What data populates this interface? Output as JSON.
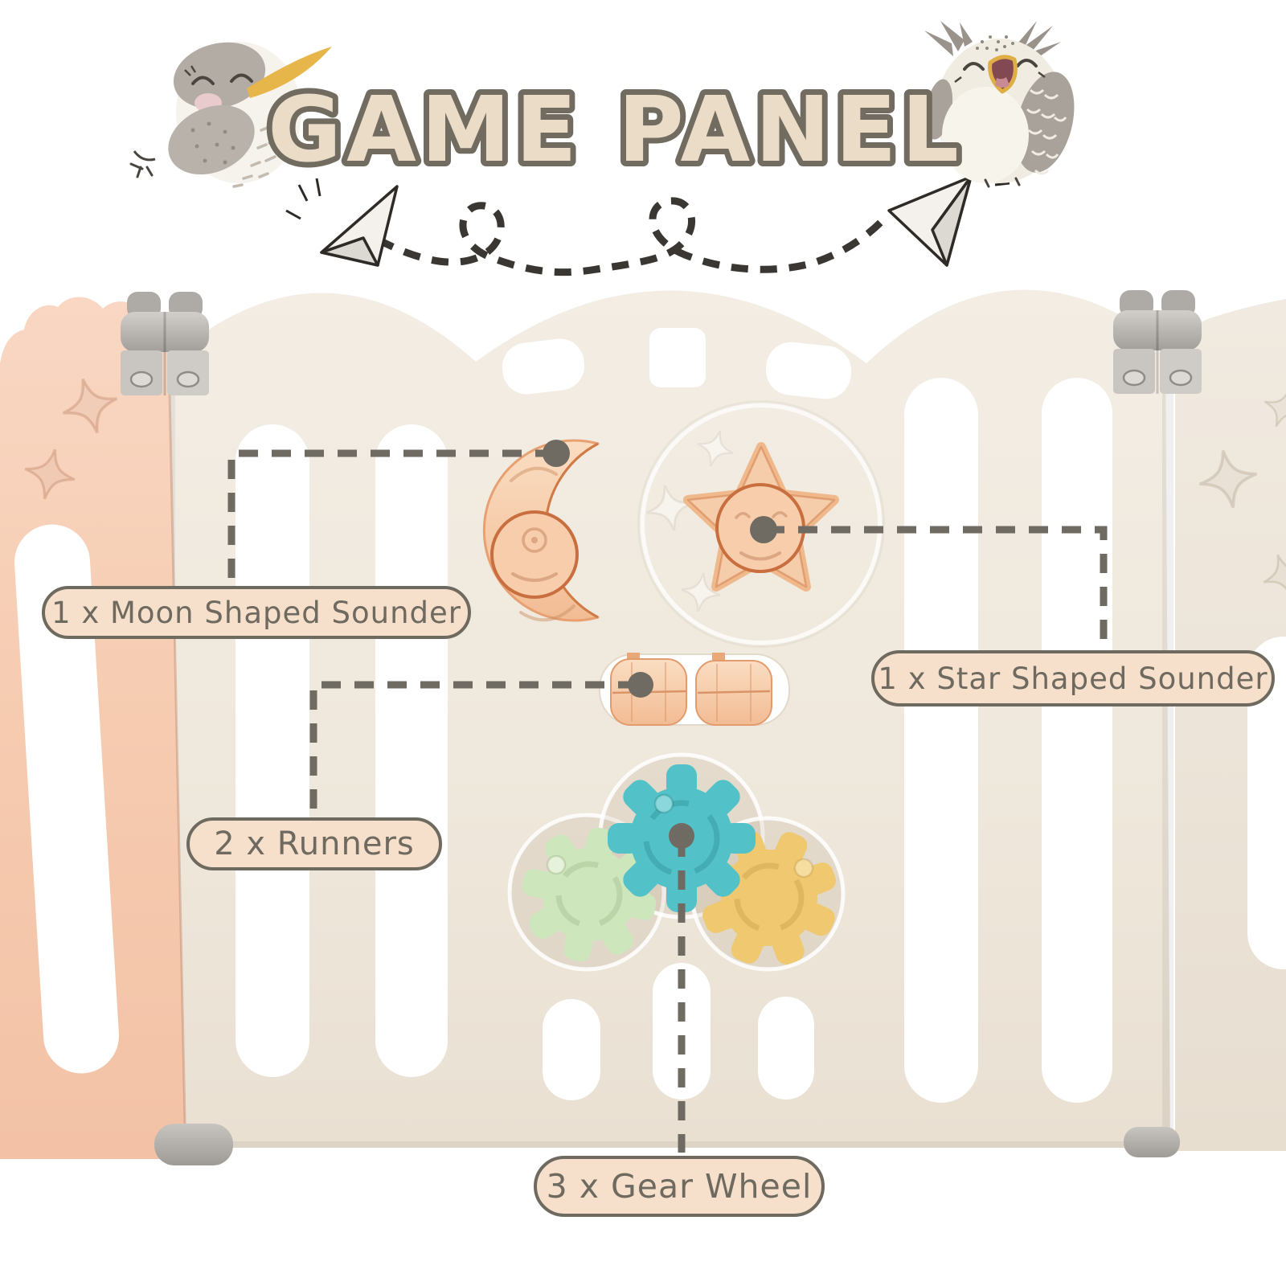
{
  "title": {
    "text": "GAME PANEL"
  },
  "callouts": {
    "moon": {
      "label": "1 x Moon Shaped Sounder"
    },
    "star": {
      "label": "1 x Star Shaped Sounder"
    },
    "runners": {
      "label": "2 x Runners"
    },
    "gears": {
      "label": "3 x Gear Wheel"
    }
  },
  "colors": {
    "panel_pink": "#F6CBB0",
    "panel_cream": "#EFE8DC",
    "toy_peach": "#F6CDAB",
    "toy_outline": "#CE7743",
    "gear_green": "#CDE6BC",
    "gear_teal": "#52C2C8",
    "gear_yellow": "#EFC86F",
    "hinge_gray": "#BDB9B5",
    "label_bg": "#F6E0CB",
    "label_border": "#6F6A60",
    "title_fill": "#EBDCC8",
    "title_outline": "#716B60",
    "dash_gray": "#6F6A62"
  },
  "icons": {
    "bird_left": "singing-bird-icon",
    "bird_right": "owl-icon",
    "plane_left": "paper-plane-icon",
    "plane_right": "paper-plane-icon",
    "flight_path": "dashed-flight-path",
    "moon_toy": "moon-sounder",
    "star_toy": "star-sounder",
    "runners_toy": "runner-beads",
    "gears_toy": "gear-wheels"
  }
}
